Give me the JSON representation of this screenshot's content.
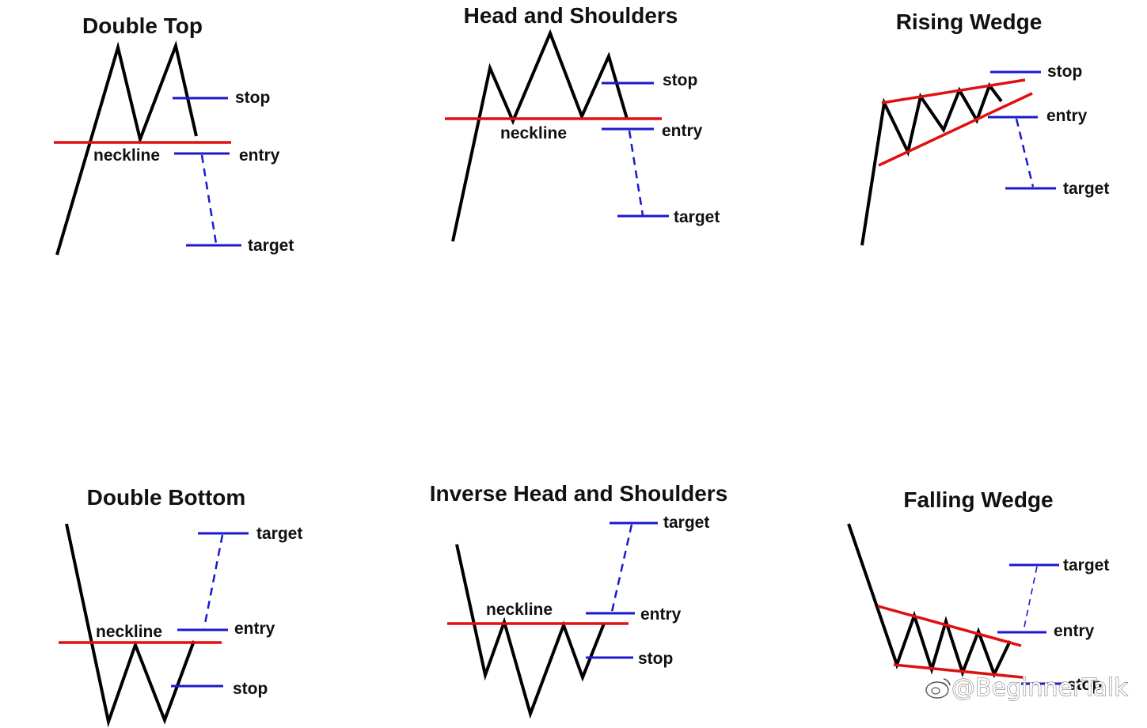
{
  "diagrams": {
    "double_top": {
      "title": "Double Top",
      "neckline": "neckline",
      "stop": "stop",
      "entry": "entry",
      "target": "target"
    },
    "head_and_shoulders": {
      "title": "Head and Shoulders",
      "neckline": "neckline",
      "stop": "stop",
      "entry": "entry",
      "target": "target"
    },
    "rising_wedge": {
      "title": "Rising Wedge",
      "stop": "stop",
      "entry": "entry",
      "target": "target"
    },
    "double_bottom": {
      "title": "Double Bottom",
      "neckline": "neckline",
      "target": "target",
      "entry": "entry",
      "stop": "stop"
    },
    "inverse_head_and_shoulders": {
      "title": "Inverse Head and Shoulders",
      "neckline": "neckline",
      "target": "target",
      "entry": "entry",
      "stop": "stop"
    },
    "falling_wedge": {
      "title": "Falling Wedge",
      "target": "target",
      "entry": "entry",
      "stop": "stop"
    }
  },
  "watermark": {
    "text": "@BeginnerTalk",
    "icon": "weibo-logo-icon"
  },
  "colors": {
    "price": "#000000",
    "neckline": "#e01010",
    "levels": "#1a1acc",
    "text": "#111111"
  }
}
